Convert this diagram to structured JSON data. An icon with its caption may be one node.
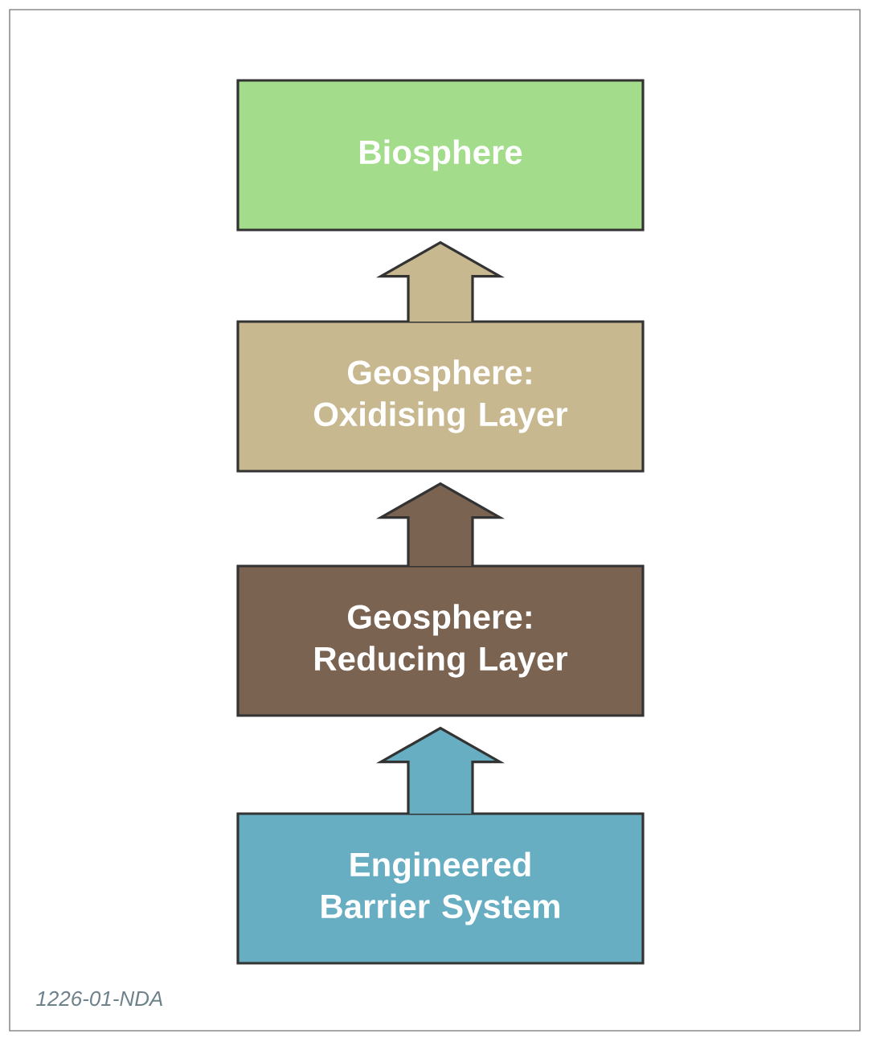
{
  "diagram": {
    "nodes": [
      {
        "text": [
          "Biosphere"
        ]
      },
      {
        "text": [
          "Geosphere: Oxidising Layer"
        ]
      },
      {
        "text": [
          "Geosphere: Reducing Layer"
        ]
      },
      {
        "text": [
          "Engineered Barrier System"
        ]
      }
    ],
    "edges": [
      {
        "from": 3,
        "to": 2,
        "arrow": "to"
      },
      {
        "from": 2,
        "to": 1,
        "arrow": "to"
      },
      {
        "from": 1,
        "to": 0,
        "arrow": "to"
      }
    ],
    "labels": [
      "1226-01-NDA"
    ]
  }
}
